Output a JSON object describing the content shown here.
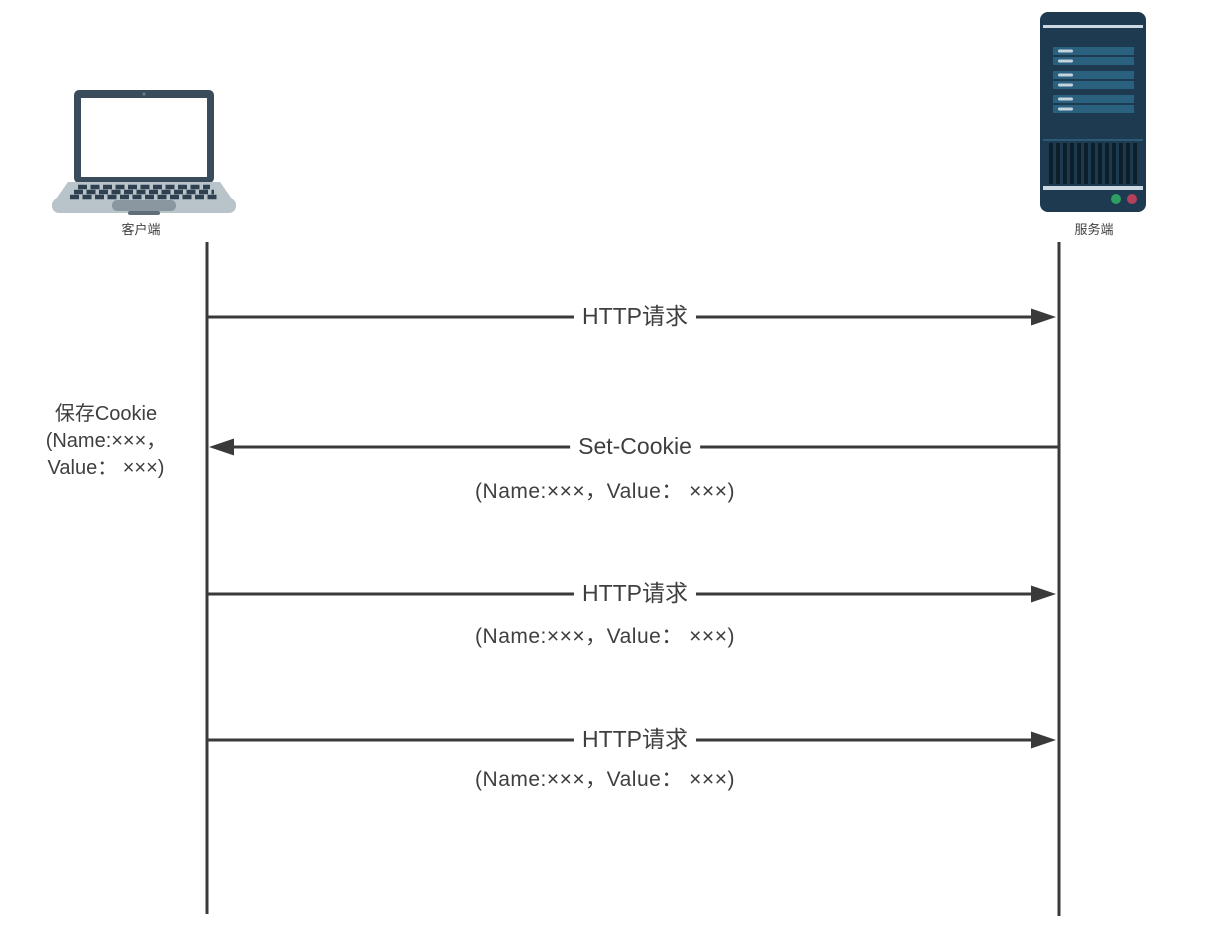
{
  "colors": {
    "background": "#ffffff",
    "line": "#3a3a3a",
    "text": "#3f3f3f",
    "laptop_bezel": "#3a4b5c",
    "laptop_screen": "#ffffff",
    "laptop_base": "#b9c3ca",
    "laptop_keys": "#2f4050",
    "laptop_touchpad": "#8a97a1",
    "laptop_notch": "#5f6f7a",
    "server_body": "#1d3a50",
    "server_bay": "#29617f",
    "server_dash": "#c4d3dc",
    "server_stripe": "#ccd9e2",
    "server_vent_line": "#2d5a75",
    "server_vent": "#0d1f2b",
    "led_green": "#2f9e63",
    "led_red": "#b5405c"
  },
  "actors": {
    "client": {
      "label": "客户端",
      "icon": "laptop-icon"
    },
    "server": {
      "label": "服务端",
      "icon": "server-icon"
    }
  },
  "messages": [
    {
      "label": "HTTP请求",
      "from": "client",
      "to": "server",
      "sublabel": ""
    },
    {
      "label": "Set-Cookie",
      "from": "server",
      "to": "client",
      "sublabel": "(Name:×××，Value： ×××)"
    },
    {
      "label": "HTTP请求",
      "from": "client",
      "to": "server",
      "sublabel": "(Name:×××，Value： ×××)"
    },
    {
      "label": "HTTP请求",
      "from": "client",
      "to": "server",
      "sublabel": "(Name:×××，Value： ×××)"
    }
  ],
  "note": {
    "lines": [
      "保存Cookie",
      "(Name:×××，",
      "Value： ×××)"
    ]
  }
}
